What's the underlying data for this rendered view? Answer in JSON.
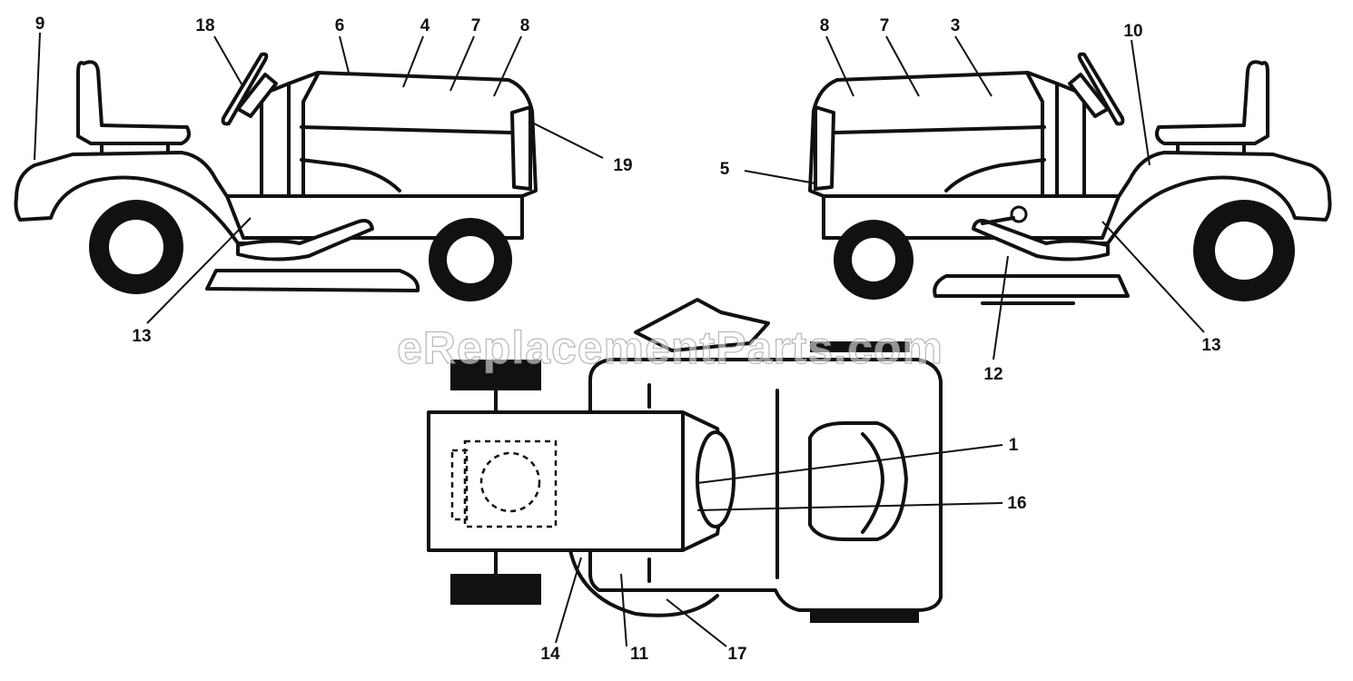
{
  "callouts": {
    "c1": "1",
    "c3": "3",
    "c4": "4",
    "c5": "5",
    "c6": "6",
    "c7_left": "7",
    "c7_right": "7",
    "c8_left": "8",
    "c8_right": "8",
    "c9": "9",
    "c10": "10",
    "c11": "11",
    "c12": "12",
    "c13_left": "13",
    "c13_right": "13",
    "c14": "14",
    "c16": "16",
    "c17": "17",
    "c18": "18",
    "c19": "19"
  },
  "watermark": "eReplacementParts.com"
}
